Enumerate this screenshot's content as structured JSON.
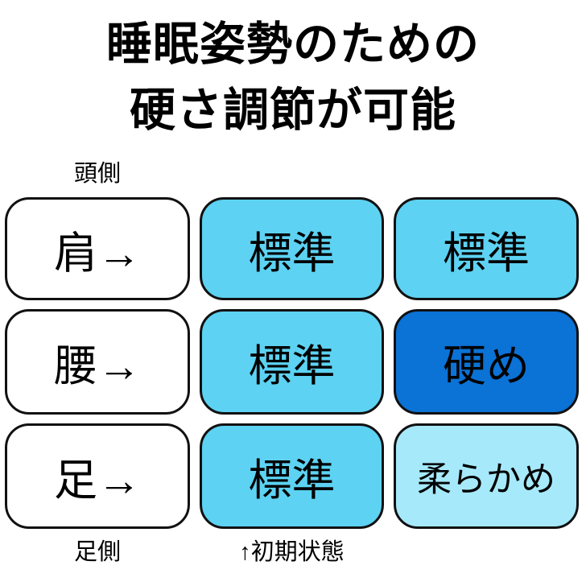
{
  "title": {
    "line1": "睡眠姿勢のための",
    "line2": "硬さ調節が可能"
  },
  "labels": {
    "head_side": "頭側",
    "foot_side": "足側",
    "initial_state": "↑初期状態"
  },
  "colors": {
    "standard": "#5DD2F2",
    "firm": "#0B72D6",
    "soft": "#A6E9FB",
    "zone": "#FFFFFF",
    "border": "#111111",
    "text": "#000000"
  },
  "matrix": {
    "rows": [
      {
        "zone": "肩→",
        "cells": [
          {
            "label": "標準",
            "state": "standard"
          },
          {
            "label": "標準",
            "state": "standard"
          }
        ]
      },
      {
        "zone": "腰→",
        "cells": [
          {
            "label": "標準",
            "state": "standard"
          },
          {
            "label": "硬め",
            "state": "firm"
          }
        ]
      },
      {
        "zone": "足→",
        "cells": [
          {
            "label": "標準",
            "state": "standard"
          },
          {
            "label": "柔らかめ",
            "state": "soft"
          }
        ]
      }
    ]
  }
}
